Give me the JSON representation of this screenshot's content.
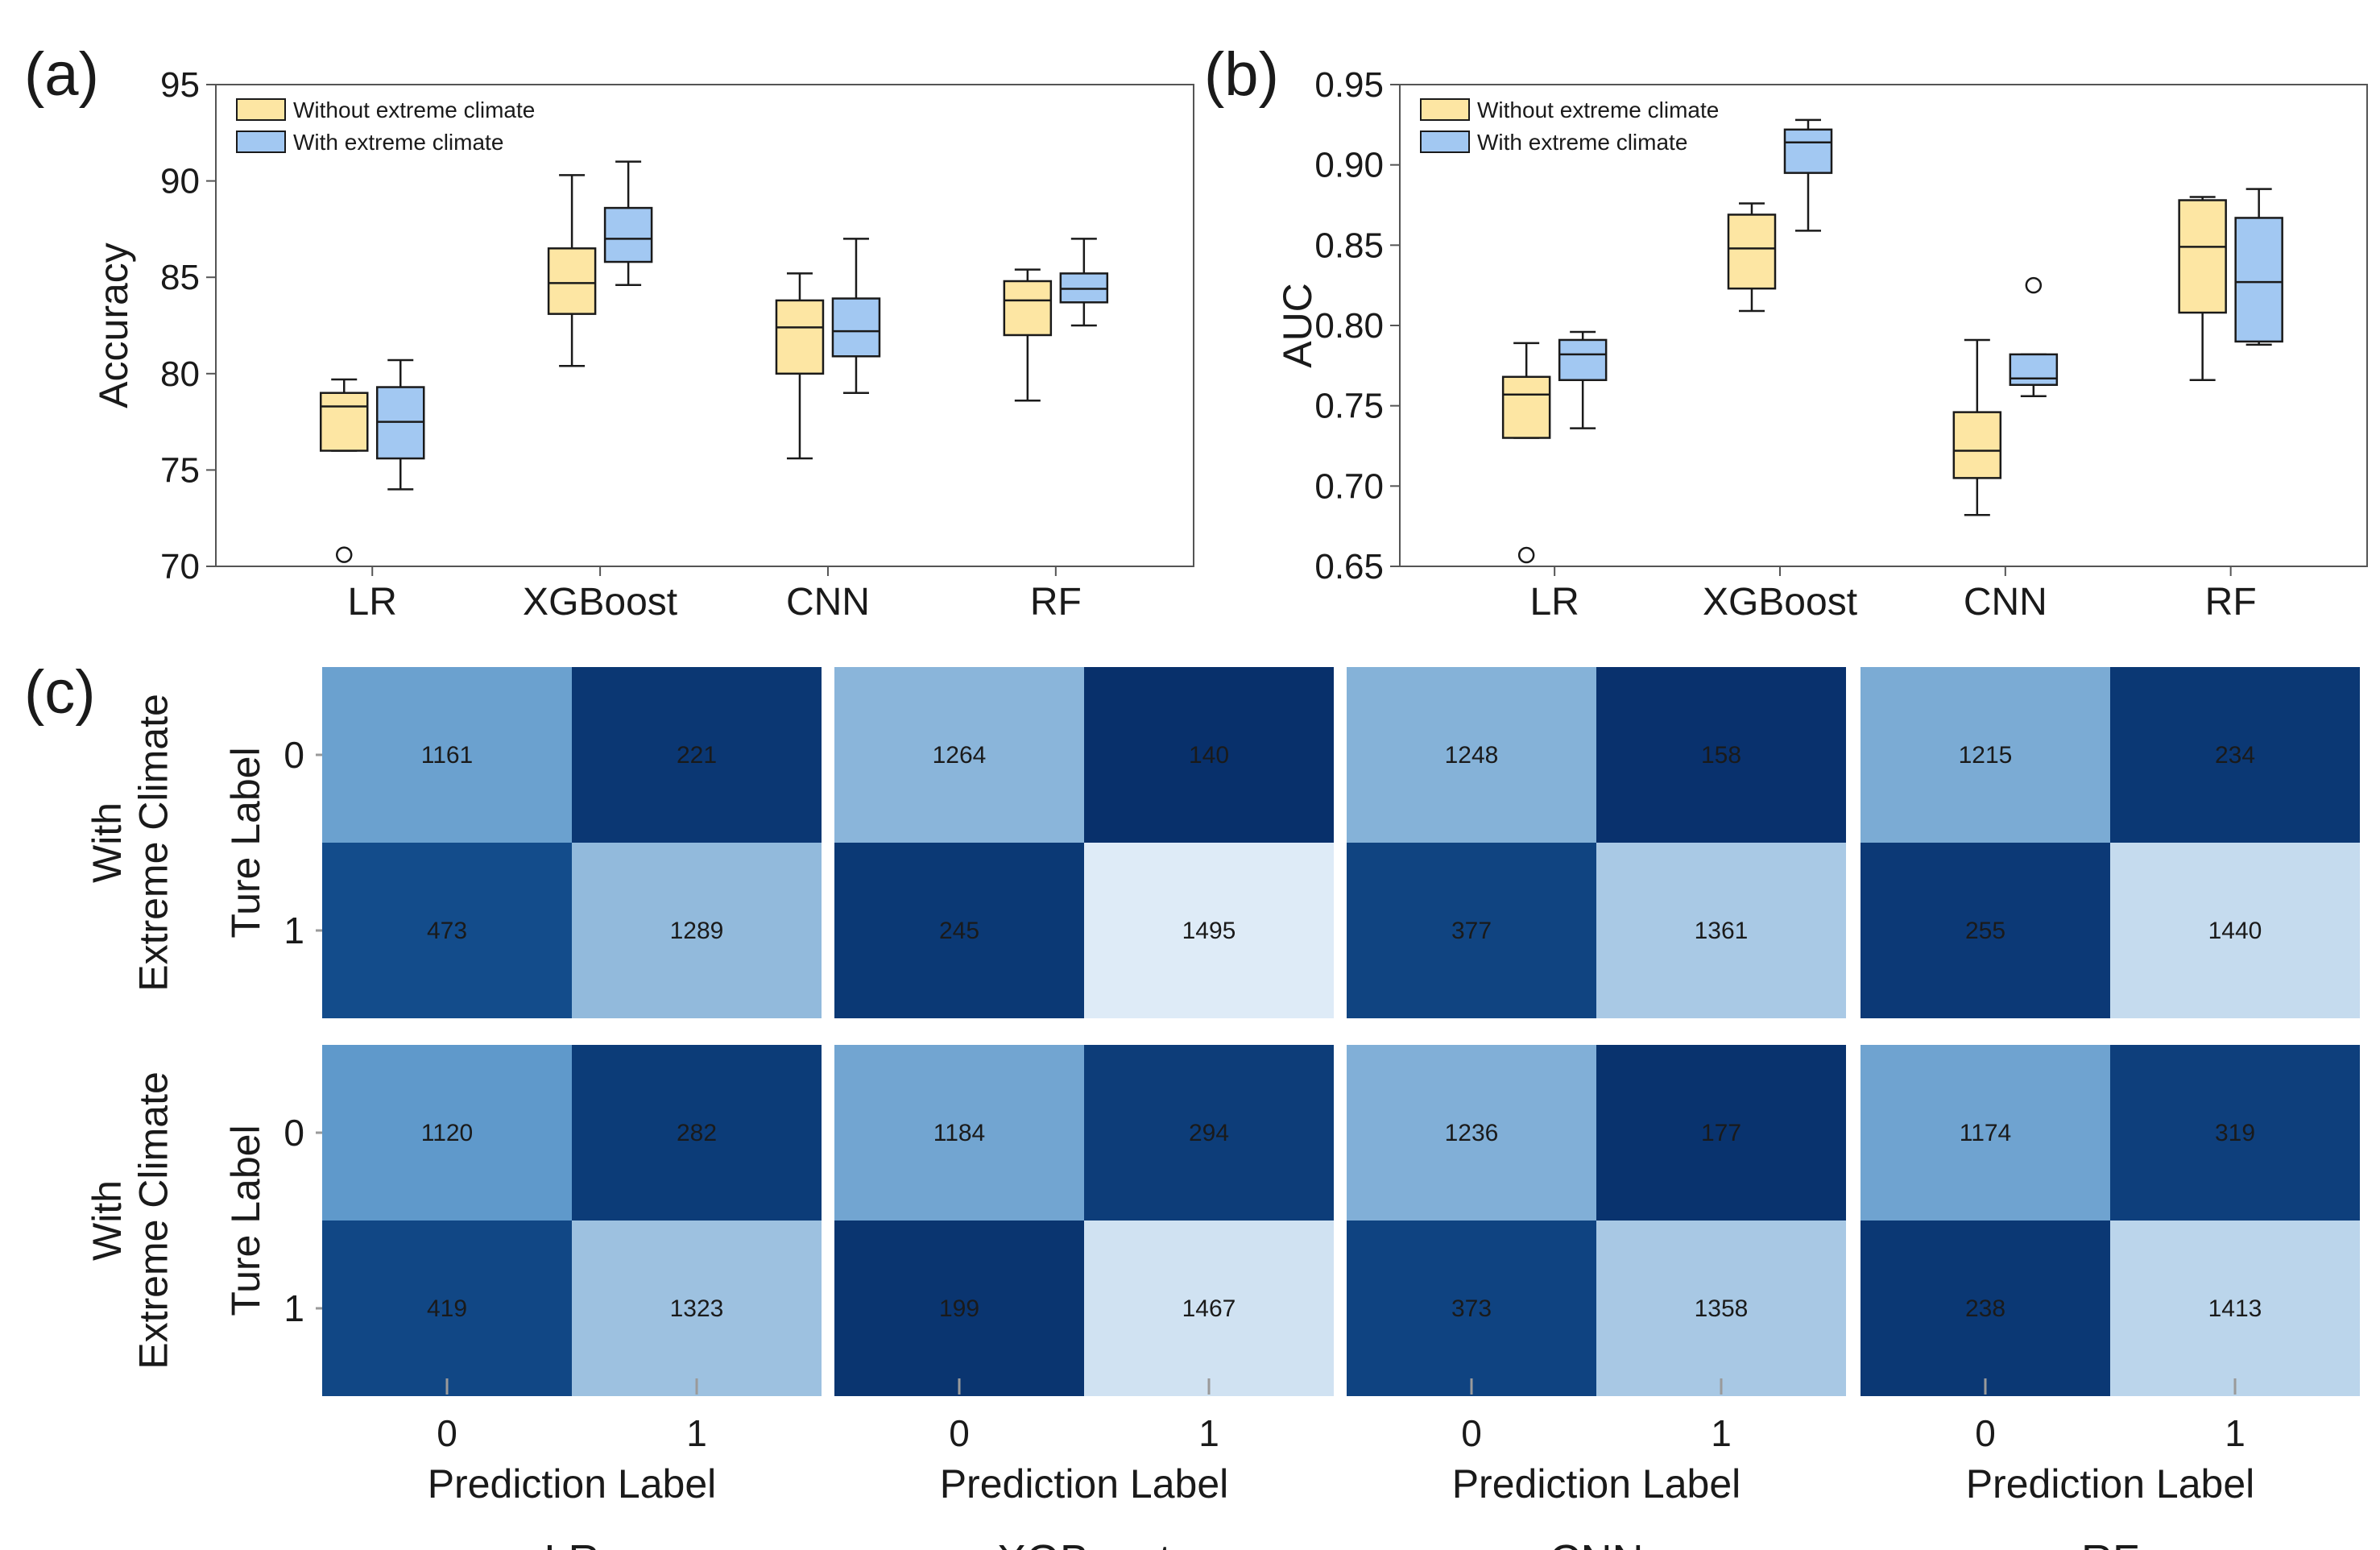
{
  "panel_labels": {
    "a": "(a)",
    "b": "(b)",
    "c": "(c)"
  },
  "colors": {
    "without_fill": "#fde6a3",
    "with_fill": "#a2c8f2",
    "stroke": "#1a1a1a",
    "frame": "#555555",
    "tick": "#9a9a9a",
    "heatmap_light": "#deebf7",
    "heatmap_dark": "#08306b"
  },
  "chart_data": [
    {
      "type": "box",
      "panel": "(a)",
      "ylabel": "Accuracy",
      "ylim": [
        70,
        95
      ],
      "yticks": [
        70,
        75,
        80,
        85,
        90,
        95
      ],
      "categories": [
        "LR",
        "XGBoost",
        "CNN",
        "RF"
      ],
      "legend": {
        "placement": "top-left",
        "entries": [
          "Without extreme climate",
          "With extreme climate"
        ]
      },
      "series": [
        {
          "name": "Without extreme climate",
          "boxes": [
            {
              "whislo": 76.0,
              "q1": 76.0,
              "med": 78.3,
              "q3": 79.0,
              "whishi": 79.7,
              "fliers": [
                70.6
              ]
            },
            {
              "whislo": 80.4,
              "q1": 83.1,
              "med": 84.7,
              "q3": 86.5,
              "whishi": 90.3,
              "fliers": []
            },
            {
              "whislo": 75.6,
              "q1": 80.0,
              "med": 82.4,
              "q3": 83.8,
              "whishi": 85.2,
              "fliers": []
            },
            {
              "whislo": 78.6,
              "q1": 82.0,
              "med": 83.8,
              "q3": 84.8,
              "whishi": 85.4,
              "fliers": []
            }
          ]
        },
        {
          "name": "With extreme climate",
          "boxes": [
            {
              "whislo": 74.0,
              "q1": 75.6,
              "med": 77.5,
              "q3": 79.3,
              "whishi": 80.7,
              "fliers": []
            },
            {
              "whislo": 84.6,
              "q1": 85.8,
              "med": 87.0,
              "q3": 88.6,
              "whishi": 91.0,
              "fliers": []
            },
            {
              "whislo": 79.0,
              "q1": 80.9,
              "med": 82.2,
              "q3": 83.9,
              "whishi": 87.0,
              "fliers": []
            },
            {
              "whislo": 82.5,
              "q1": 83.7,
              "med": 84.4,
              "q3": 85.2,
              "whishi": 87.0,
              "fliers": []
            }
          ]
        }
      ]
    },
    {
      "type": "box",
      "panel": "(b)",
      "ylabel": "AUC",
      "ylim": [
        0.65,
        0.95
      ],
      "yticks": [
        0.65,
        0.7,
        0.75,
        0.8,
        0.85,
        0.9,
        0.95
      ],
      "ytick_labels": [
        "0.65",
        "0.70",
        "0.75",
        "0.80",
        "0.85",
        "0.90",
        "0.95"
      ],
      "categories": [
        "LR",
        "XGBoost",
        "CNN",
        "RF"
      ],
      "legend": {
        "placement": "top-left",
        "entries": [
          "Without extreme climate",
          "With extreme climate"
        ]
      },
      "series": [
        {
          "name": "Without extreme climate",
          "boxes": [
            {
              "whislo": 0.73,
              "q1": 0.73,
              "med": 0.757,
              "q3": 0.768,
              "whishi": 0.789,
              "fliers": [
                0.657
              ]
            },
            {
              "whislo": 0.809,
              "q1": 0.823,
              "med": 0.848,
              "q3": 0.869,
              "whishi": 0.876,
              "fliers": []
            },
            {
              "whislo": 0.682,
              "q1": 0.705,
              "med": 0.722,
              "q3": 0.746,
              "whishi": 0.791,
              "fliers": []
            },
            {
              "whislo": 0.766,
              "q1": 0.808,
              "med": 0.849,
              "q3": 0.878,
              "whishi": 0.88,
              "fliers": []
            }
          ]
        },
        {
          "name": "With extreme climate",
          "boxes": [
            {
              "whislo": 0.736,
              "q1": 0.766,
              "med": 0.782,
              "q3": 0.791,
              "whishi": 0.796,
              "fliers": []
            },
            {
              "whislo": 0.859,
              "q1": 0.895,
              "med": 0.914,
              "q3": 0.922,
              "whishi": 0.928,
              "fliers": []
            },
            {
              "whislo": 0.756,
              "q1": 0.763,
              "med": 0.767,
              "q3": 0.782,
              "whishi": 0.782,
              "fliers": [
                0.825
              ]
            },
            {
              "whislo": 0.788,
              "q1": 0.79,
              "med": 0.827,
              "q3": 0.867,
              "whishi": 0.885,
              "fliers": []
            }
          ]
        }
      ]
    },
    {
      "type": "heatmap",
      "panel": "(c)",
      "models": [
        "LR",
        "XGBoost",
        "CNN",
        "RF"
      ],
      "row_titles": [
        "With\nExtreme Climate",
        "With\nExtreme Climate"
      ],
      "ylabel": "Ture Label",
      "xlabel": "Prediction Label",
      "x_ticks": [
        "0",
        "1"
      ],
      "y_ticks": [
        "0",
        "1"
      ],
      "matrices": [
        [
          [
            [
              1161,
              221
            ],
            [
              473,
              1289
            ]
          ],
          [
            [
              1264,
              140
            ],
            [
              245,
              1495
            ]
          ],
          [
            [
              1248,
              158
            ],
            [
              377,
              1361
            ]
          ],
          [
            [
              1215,
              234
            ],
            [
              255,
              1440
            ]
          ]
        ],
        [
          [
            [
              1120,
              282
            ],
            [
              419,
              1323
            ]
          ],
          [
            [
              1184,
              294
            ],
            [
              199,
              1467
            ]
          ],
          [
            [
              1236,
              177
            ],
            [
              373,
              1358
            ]
          ],
          [
            [
              1174,
              319
            ],
            [
              238,
              1413
            ]
          ]
        ]
      ]
    }
  ]
}
